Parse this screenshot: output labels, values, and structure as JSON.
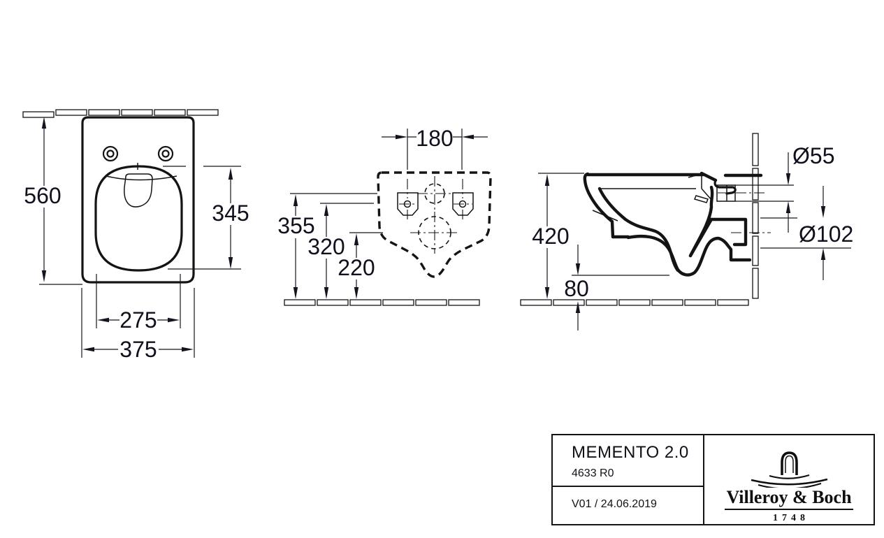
{
  "product": {
    "name": "MEMENTO 2.0",
    "article_number": "4633 R0",
    "version_date": "V01 / 24.06.2019"
  },
  "brand": {
    "name": "Villeroy & Boch",
    "founded_year": "1748"
  },
  "dimensions": {
    "top_view": {
      "depth": "560",
      "seat_area_length": "345",
      "inner_width": "275",
      "width": "375"
    },
    "rear_view": {
      "fixing_hole_spacing": "180",
      "inlet_height": "355",
      "fixing_hole_height": "320",
      "outlet_height": "220"
    },
    "side_view": {
      "rim_height": "420",
      "underside_clearance": "80",
      "inlet_diameter": "Ø55",
      "outlet_diameter": "Ø102"
    }
  },
  "colors": {
    "line": "#141414",
    "text": "#10101e",
    "background": "#ffffff"
  }
}
